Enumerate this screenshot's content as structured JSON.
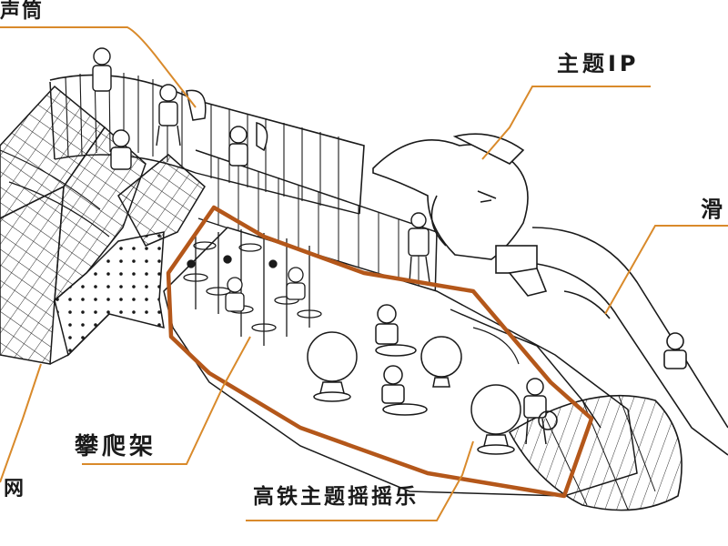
{
  "labels": {
    "speaker_tube": "声筒",
    "theme_ip": "主题IP",
    "slide": "滑",
    "climbing_frame": "攀爬架",
    "rocking_rides": "高铁主题摇摇乐",
    "net": "网"
  },
  "colors": {
    "ink": "#1a1a1a",
    "leader_line": "#d98a2b",
    "highlight": "#b4571a",
    "paper": "#ffffff"
  }
}
